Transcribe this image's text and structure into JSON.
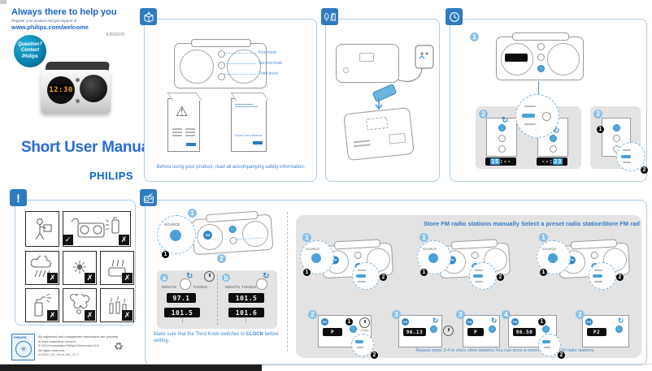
{
  "header": {
    "tagline": "Always there to help you",
    "register_line": "Register your product and get support at",
    "site": "www.philips.com/welcome",
    "model": "AJ6000/05",
    "badge_line1": "Question?",
    "badge_line2": "Contact",
    "badge_line3": "Philips",
    "title": "Short User Manual",
    "brand": "PHILIPS",
    "product_display": "12:30"
  },
  "colors": {
    "philips_blue": "#1a63c8",
    "accent_blue": "#4aa0d8",
    "panel_border": "#aecde9",
    "badge_teal": "#0a7fae"
  },
  "panel_unpack": {
    "knob_label_1": "First knob",
    "knob_label_2": "Second knob",
    "knob_label_3": "Third knob",
    "booklet_manual_title": "Short User Manual",
    "caption": "Before using your product, read all accompanying safety information."
  },
  "panel_clock": {
    "step1": "1",
    "step2": "2",
    "step3": "3",
    "sub1": "1",
    "sub2": "2",
    "display_hour_hl": "15",
    "display_hour_rest": ":--",
    "display_min_rest": "--:",
    "display_min_hl": "23"
  },
  "panel_radio": {
    "step1": "1",
    "source_label": "SOURCE",
    "fm_label": "FM",
    "sub1": "1",
    "sub2": "2",
    "tuning_a_badge": "a",
    "tuning_b_badge": "b",
    "minute_label": "MINUTE",
    "tuning_label": "TUNING",
    "a_display1": "97.1",
    "a_display2": "101.5",
    "b_display1": "101.5",
    "b_display2": "101.6",
    "ellipsis": "⋮",
    "note_prefix": "Make sure that the Third Knob switches to ",
    "note_bold": "CLOCK",
    "note_suffix": " before setting.",
    "store_heading": "Store FM radio stations manually Select a preset radio stationStore FM radio stations automatically",
    "wait_label": "2 sec",
    "g1_step": "1",
    "g2_step": "1",
    "g3_step": "1",
    "p1_step": "2",
    "p2_step": "3",
    "p3_step": "3",
    "p4_step": "4",
    "p5_step": "2",
    "p1_display": "P",
    "p2_display": "96.13",
    "p3_display": "P",
    "p4_display": "96.50",
    "p5_display": "P2",
    "store_caption": "Repeat steps 3-4 to store other stations.You can store a maximum of 20 FM radio stations."
  },
  "footer": {
    "trademark": "All registered and unregistered trademarks are property of their respective owners.",
    "copyright": "© 2013 Koninklijke Philips Electronics N.V.",
    "rights": "All rights reserved.",
    "doc_code": "AJ6000_05_Short UM_V1.0",
    "logo": "PHILIPS"
  }
}
